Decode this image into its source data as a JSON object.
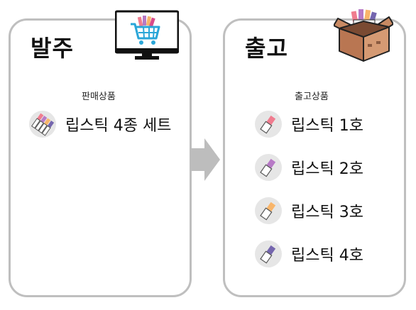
{
  "order_panel": {
    "title": "발주",
    "section_label": "판매상품",
    "product": {
      "label": "립스틱 4종 세트",
      "icon": "lipstick-set-icon"
    },
    "corner_icon": "monitor-shopping-cart-icon"
  },
  "shipping_panel": {
    "title": "출고",
    "section_label": "출고상품",
    "corner_icon": "open-box-lipsticks-icon",
    "items": [
      {
        "label": "립스틱 1호",
        "color": "#f07c8f"
      },
      {
        "label": "립스틱 2호",
        "color": "#b77ac6"
      },
      {
        "label": "립스틱 3호",
        "color": "#f8b56a"
      },
      {
        "label": "립스틱 4호",
        "color": "#7566ae"
      }
    ]
  },
  "flow_arrow": {
    "icon": "right-arrow-icon",
    "color": "#bdbdbd"
  }
}
